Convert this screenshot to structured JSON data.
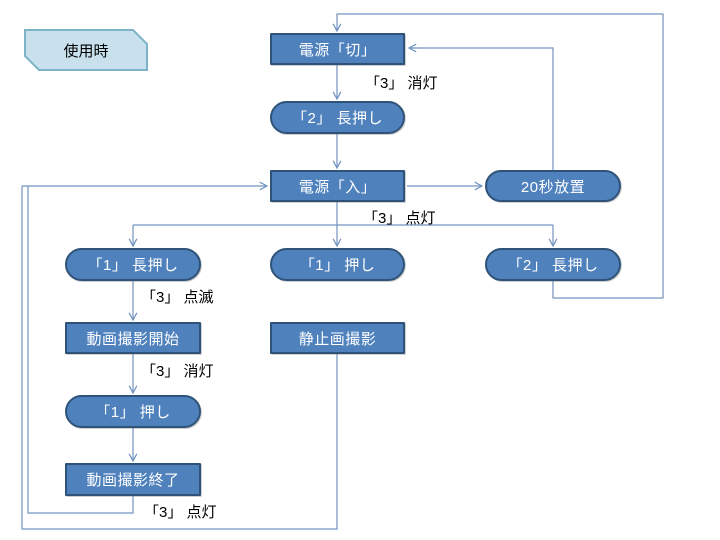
{
  "diagram": {
    "tag": {
      "label": "使用時"
    },
    "nodes": {
      "power_off": {
        "label": "電源「切」",
        "shape": "rect"
      },
      "btn2_long_top": {
        "label": "「2」 長押し",
        "shape": "stadium"
      },
      "power_on": {
        "label": "電源「入」",
        "shape": "rect"
      },
      "idle_20s": {
        "label": "20秒放置",
        "shape": "stadium"
      },
      "btn1_long": {
        "label": "「1」 長押し",
        "shape": "stadium"
      },
      "btn1_push_mid": {
        "label": "「1」 押し",
        "shape": "stadium"
      },
      "btn2_long_right": {
        "label": "「2」 長押し",
        "shape": "stadium"
      },
      "movie_start": {
        "label": "動画撮影開始",
        "shape": "rect"
      },
      "still_capture": {
        "label": "静止画撮影",
        "shape": "rect"
      },
      "btn1_push_left": {
        "label": "「1」 押し",
        "shape": "stadium"
      },
      "movie_end": {
        "label": "動画撮影終了",
        "shape": "rect"
      }
    },
    "edge_labels": {
      "off_led": "「3」 消灯",
      "on_led": "「3」 点灯",
      "blink_led": "「3」 点滅",
      "off_led2": "「3」 消灯",
      "on_led2": "「3」 点灯"
    },
    "colors": {
      "node_fill": "#4f81bd",
      "node_border": "#2f5378",
      "node_text": "#ffffff",
      "tag_fill": "#c8e1ed",
      "tag_border": "#7eb2c8",
      "connector": "#7193c1",
      "label_text": "#000000"
    }
  }
}
